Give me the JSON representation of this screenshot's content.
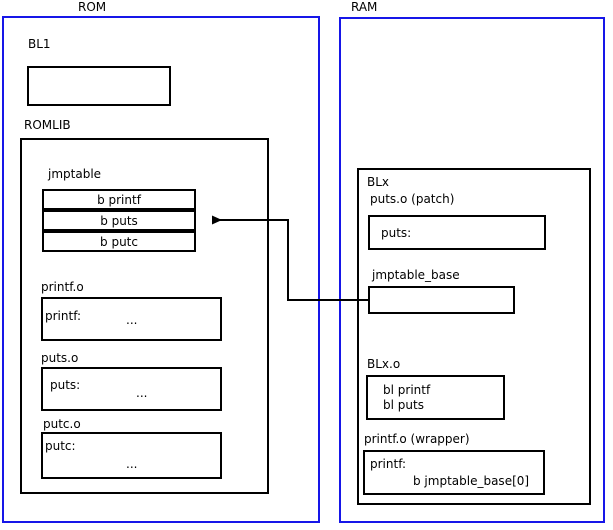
{
  "diagram": {
    "title": "ROM and RAM jump table patching layout",
    "colors": {
      "region_border": "#1616e8",
      "box_border": "#000000",
      "background": "#ffffff",
      "text": "#000000",
      "connector": "#000000"
    }
  },
  "rom": {
    "label": "ROM",
    "bl1": {
      "label": "BL1",
      "body": ""
    },
    "romlib": {
      "label": "ROMLIB",
      "jmptable": {
        "label": "jmptable",
        "entries": [
          "b printf",
          "b puts",
          "b putc"
        ]
      },
      "objects": [
        {
          "label": "printf.o",
          "symbol": "printf:",
          "body": "..."
        },
        {
          "label": "puts.o",
          "symbol": "puts:",
          "body": "..."
        },
        {
          "label": "putc.o",
          "symbol": "putc:",
          "body": "..."
        }
      ]
    }
  },
  "ram": {
    "label": "RAM",
    "blx": {
      "label": "BLx",
      "patch": {
        "label": "puts.o (patch)",
        "symbol": "puts:"
      },
      "jmptable_base": {
        "label": "jmptable_base",
        "body": ""
      },
      "blx_o": {
        "label": "BLx.o",
        "lines": [
          "bl printf",
          "bl puts"
        ]
      },
      "wrapper": {
        "label": "printf.o (wrapper)",
        "symbol": "printf:",
        "branch": "b jmptable_base[0]"
      }
    }
  },
  "connector": {
    "name": "jmptable-base-to-b-puts-arrow",
    "from": "jmptable_base",
    "to": "b puts"
  }
}
